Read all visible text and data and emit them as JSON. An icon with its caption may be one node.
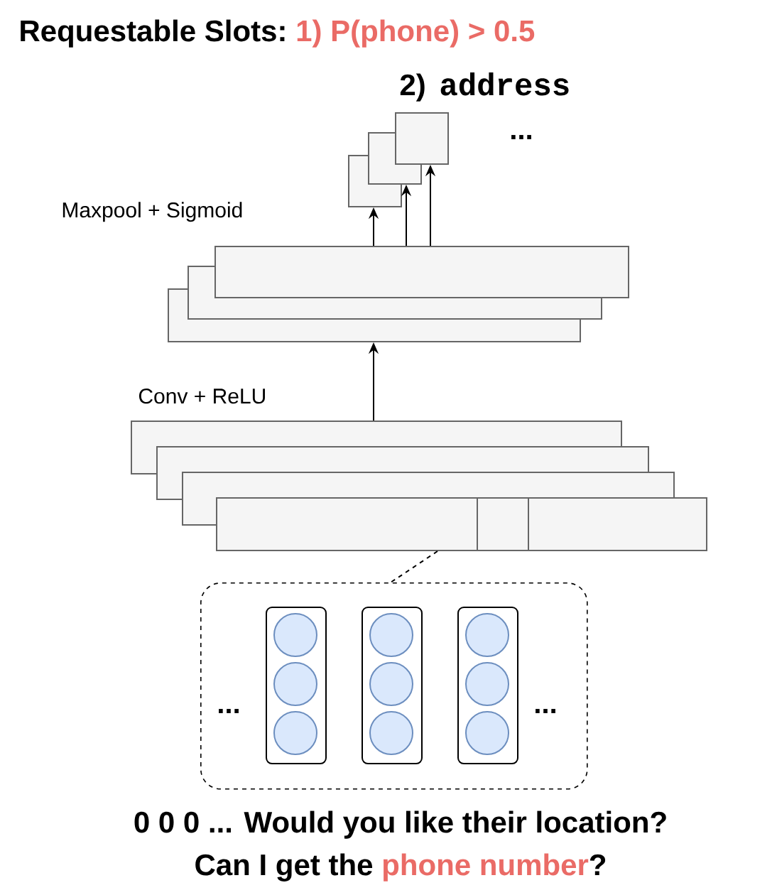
{
  "diagram": {
    "nodes": [
      {
        "text": [],
        "shape": "box"
      },
      {
        "text": [],
        "shape": "box"
      },
      {
        "text": [],
        "shape": "box"
      },
      {
        "text": [],
        "shape": "box"
      },
      {
        "text": [],
        "shape": "box"
      },
      {
        "text": [],
        "shape": "box"
      },
      {
        "text": [],
        "shape": "box"
      },
      {
        "text": [],
        "shape": "box"
      },
      {
        "text": [],
        "shape": "box"
      },
      {
        "text": [],
        "shape": "box"
      },
      {
        "text": [],
        "shape": "box"
      },
      {
        "text": [],
        "shape": "box",
        "in": 10
      },
      {
        "text": [],
        "shape": "box",
        "in": 10
      },
      {
        "text": [],
        "shape": "box",
        "in": 10
      },
      {
        "text": [],
        "shape": "circle",
        "in": 11
      },
      {
        "text": [],
        "shape": "circle",
        "in": 11
      },
      {
        "text": [],
        "shape": "circle",
        "in": 11
      },
      {
        "text": [],
        "shape": "circle",
        "in": 12
      },
      {
        "text": [],
        "shape": "circle",
        "in": 12
      },
      {
        "text": [],
        "shape": "circle",
        "in": 12
      },
      {
        "text": [],
        "shape": "circle",
        "in": 13
      },
      {
        "text": [],
        "shape": "circle",
        "in": 13
      },
      {
        "text": [],
        "shape": "circle",
        "in": 13
      }
    ],
    "edges": [
      {
        "from": 5,
        "to": 0,
        "arrow": "to"
      },
      {
        "from": 5,
        "to": 1,
        "arrow": "to"
      },
      {
        "from": 5,
        "to": 2,
        "arrow": "to"
      },
      {
        "from": 6,
        "to": 3,
        "arrow": "to"
      },
      {
        "from": 9,
        "to": 10,
        "arrow": "none",
        "style": "dashed"
      }
    ],
    "labels": [
      "Requestable Slots:",
      "1) P(phone) > 0.5",
      "2)",
      "address",
      "...",
      "Maxpool + Sigmoid",
      "Conv + ReLU",
      "...",
      "...",
      "0 0 0 ... Would you like their location?",
      "Can I get the",
      "phone number",
      "?"
    ]
  }
}
